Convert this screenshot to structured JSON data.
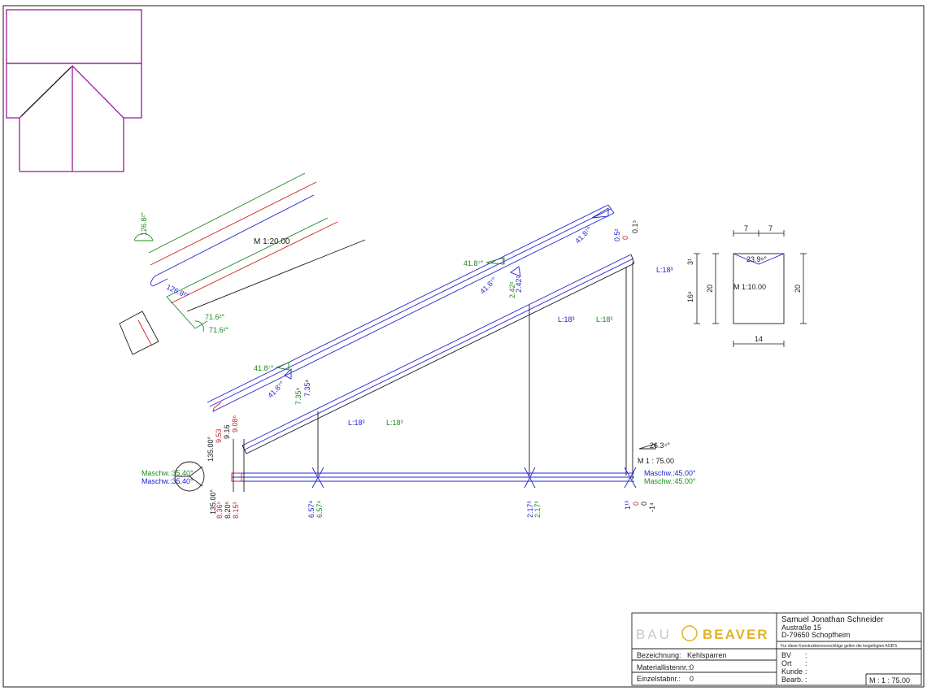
{
  "colors": {
    "frame": "#1a1a1a",
    "blue": "#2323d0",
    "red": "#d22020",
    "green": "#1c8a1c",
    "overview": "#9a1a9a",
    "logo_gray": "#c8c8c8",
    "logo_gold": "#e2b22a"
  },
  "scales": {
    "detail_top": "M 1:20.00",
    "section": "M 1:10.00",
    "main": "M 1 : 75.00"
  },
  "angles": {
    "top_green": "126.8²°",
    "top_blue": "126.8²°",
    "end_a": "71.6²°",
    "end_b": "71.6²°",
    "upper_right_blue": "41.8⁷°",
    "mid_green": "41.8⁷°",
    "mid_blue": "41.8⁷°",
    "low_green": "41.8⁷°",
    "low_blue": "41.8⁷°",
    "slope": "26.3⁴°",
    "left_top": "135.00°",
    "left_bottom": "135.00°"
  },
  "lengths": {
    "blue_a": "L:18³",
    "green_a": "L:18³",
    "blue_b": "L:18³",
    "blue_c": "L:18³",
    "green_c": "L:18³"
  },
  "maschw": {
    "left_green": "Maschw.:35.40°",
    "left_blue": "Maschw.:35.40°",
    "right_blue": "Maschw.:45.00°",
    "right_green": "Maschw.:45.00°"
  },
  "dims": {
    "v1_green": "7.35⁸",
    "v1_blue": "7.35⁸",
    "v2_green": "2.42²",
    "v2_blue": "2.42²",
    "v3_blue": "0.5²",
    "v3_red": "0",
    "v3_black": "0.1⁵",
    "post1_blue": "6.57⁸",
    "post1_green": "6.57⁸",
    "post2_blue": "2.17³",
    "post2_green": "2.17³",
    "post3_blue": "1¹³",
    "post3_red": "0",
    "post3_black1": "0",
    "post3_black2": "-1⁴",
    "left_red1": "9.53",
    "left_blk1": "9.16",
    "left_red2": "9.08⁶",
    "left_red3": "8.36⁵",
    "left_blk2": "8.20⁵",
    "left_red4": "8.15³"
  },
  "section": {
    "w_left": "7",
    "w_right": "7",
    "top_small": "3¹",
    "h_left": "16⁹",
    "h_inner": "20",
    "h_right": "20",
    "bottom": "14",
    "notch": "23.9⁸°"
  },
  "title_block": {
    "logo_left": "BAU",
    "logo_right": "BEAVER",
    "name": "Samuel Jonathan Schneider",
    "street": "Austraße 15",
    "city": "D-79650 Schopfheim",
    "agb": "Für diese Konstruktionsvorschläge gelten die beigefügten AGB'S",
    "bezeichnung_label": "Bezeichnung:",
    "bezeichnung_value": "Kehlsparren",
    "material_label": "Materiallistennr.:",
    "material_value": "0",
    "einzel_label": "Einzelstabnr.:",
    "einzel_value": "0",
    "bv_label": "BV",
    "ort_label": "Ort",
    "kunde_label": "Kunde",
    "bearb_label": "Bearb.",
    "colon": ":",
    "scale": "M : 1 : 75.00"
  }
}
